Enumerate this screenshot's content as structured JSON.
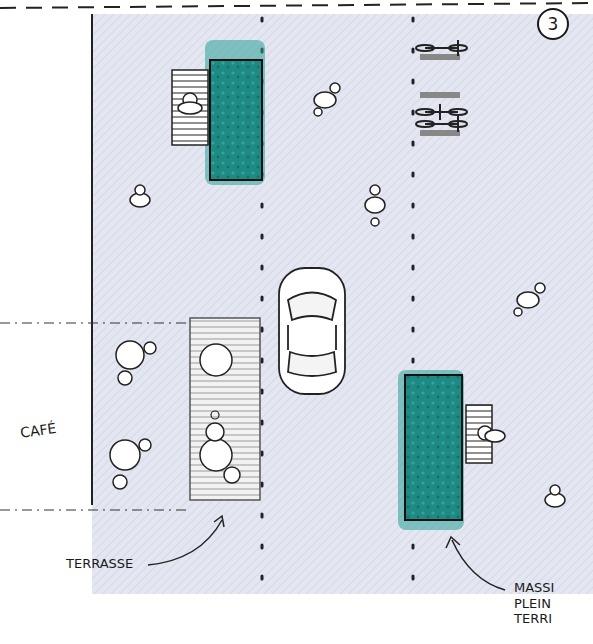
{
  "diagram": {
    "nodes": [
      {
        "text": [
          "3"
        ]
      }
    ],
    "labels": [
      "CAFÉ",
      "TERRASSE",
      "MASSI PLEIN TERRI"
    ]
  }
}
